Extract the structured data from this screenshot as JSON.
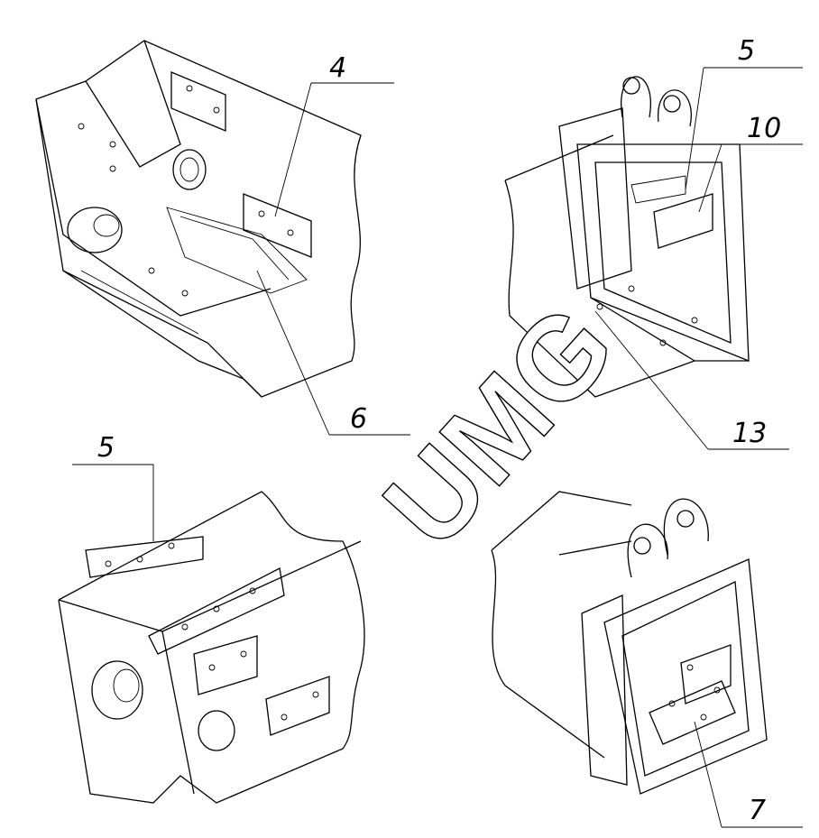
{
  "watermark": "UMG",
  "callouts": {
    "c4": "4",
    "c5_top": "5",
    "c10": "10",
    "c13": "13",
    "c6": "6",
    "c5_bottom": "5",
    "c7": "7"
  }
}
